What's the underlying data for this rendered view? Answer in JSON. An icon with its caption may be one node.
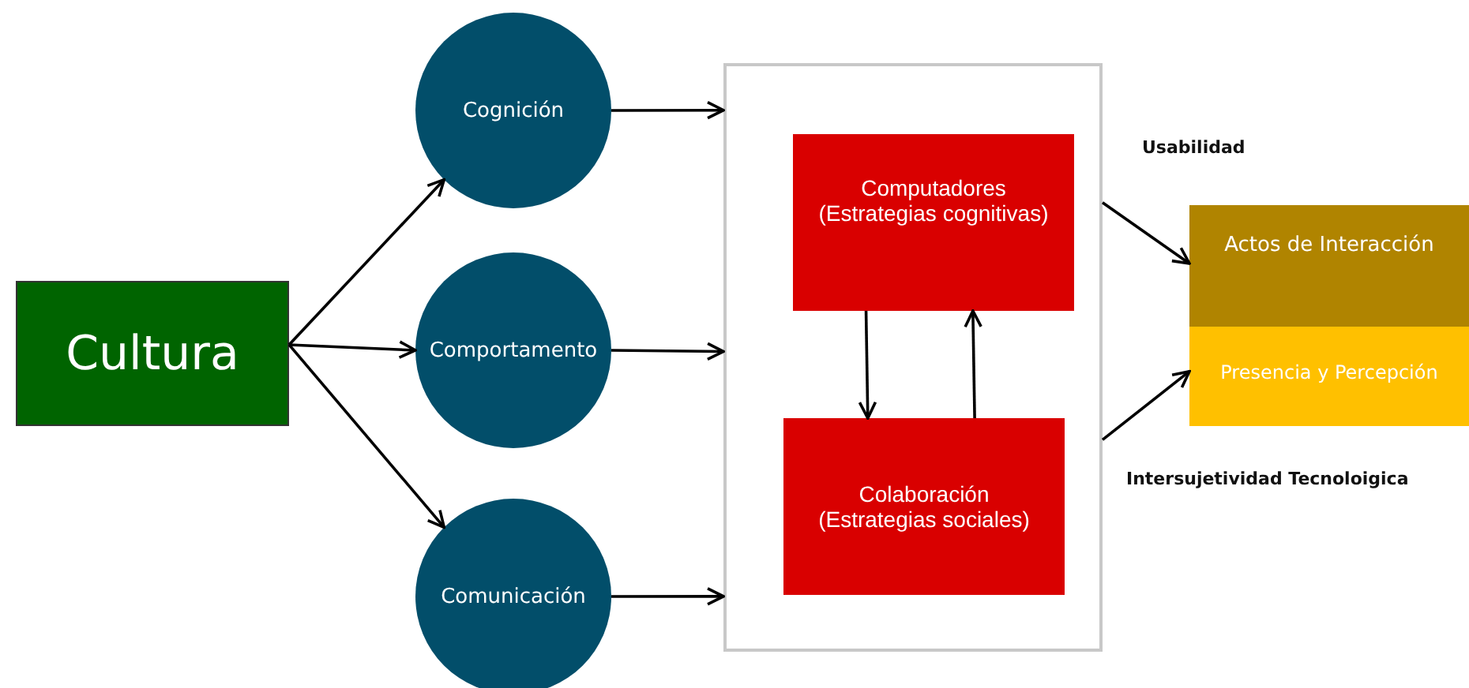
{
  "diagram": {
    "nodes": [
      {
        "text": [
          "Cultura"
        ]
      },
      {
        "text": [
          "Cognición"
        ]
      },
      {
        "text": [
          "Comportamento"
        ]
      },
      {
        "text": [
          "Comunicación"
        ]
      },
      {
        "text": [],
        "shape": "box"
      },
      {
        "text": [
          "Computadores (Estrategias cognitivas)"
        ],
        "in": 4
      },
      {
        "text": [
          "Colaboración (Estrategias sociales)"
        ],
        "in": 4
      },
      {
        "text": [
          "Actos de Interacción"
        ]
      },
      {
        "text": [
          "Presencia y Percepción"
        ]
      }
    ],
    "edges": [
      {
        "from": 0,
        "to": 1,
        "arrow": "to"
      },
      {
        "from": 0,
        "to": 2,
        "arrow": "to"
      },
      {
        "from": 0,
        "to": 3,
        "arrow": "to"
      },
      {
        "from": 1,
        "to": 4,
        "arrow": "to"
      },
      {
        "from": 2,
        "to": 4,
        "arrow": "to"
      },
      {
        "from": 3,
        "to": 4,
        "arrow": "to"
      },
      {
        "from": 5,
        "to": 6,
        "arrow": "to"
      },
      {
        "from": 6,
        "to": 5,
        "arrow": "to"
      },
      {
        "from": 4,
        "to": 7,
        "arrow": "to",
        "label": "Usabilidad"
      },
      {
        "from": 4,
        "to": 8,
        "arrow": "to",
        "label": "Intersujetividad Tecnoloigica"
      }
    ]
  }
}
